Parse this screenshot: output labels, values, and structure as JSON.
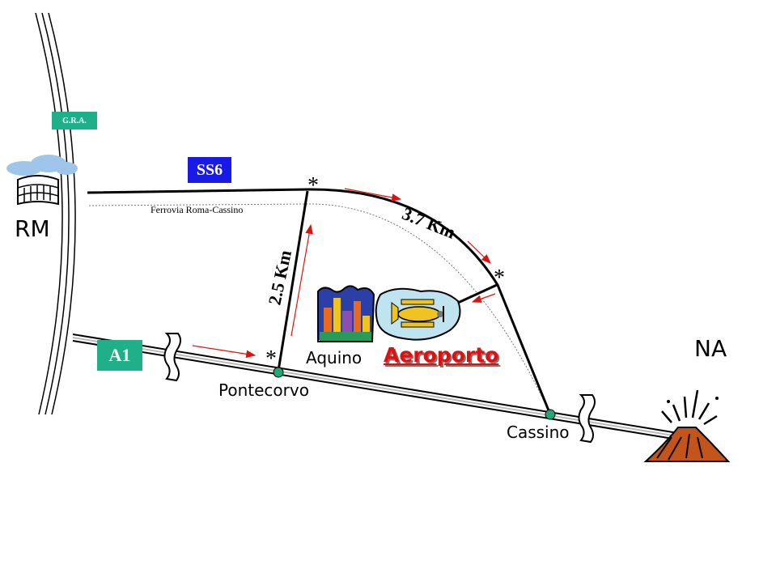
{
  "colors": {
    "gra_badge": "#1fb08a",
    "a1_badge": "#1fb08a",
    "ss6_badge": "#1a1ae6",
    "station_dot": "#22a877",
    "arrow": "#e01010",
    "airport_text": "#e01010",
    "volcano": "#c4551a"
  },
  "roads": {
    "gra_label": "G.R.A.",
    "ss6_label": "SS6",
    "a1_label": "A1",
    "railway_label": "Ferrovia Roma-Cassino"
  },
  "cities": {
    "rome": "RM",
    "naples": "NA",
    "pontecorvo": "Pontecorvo",
    "aquino": "Aquino",
    "cassino": "Cassino"
  },
  "airport": {
    "label": "Aeroporto"
  },
  "distances": {
    "connector": "2.5 Km",
    "ss6_segment": "3.7 Km"
  },
  "junction_marker": "*",
  "icons": [
    "colosseum-icon",
    "city-skyline-icon",
    "airplane-icon",
    "volcano-icon"
  ]
}
